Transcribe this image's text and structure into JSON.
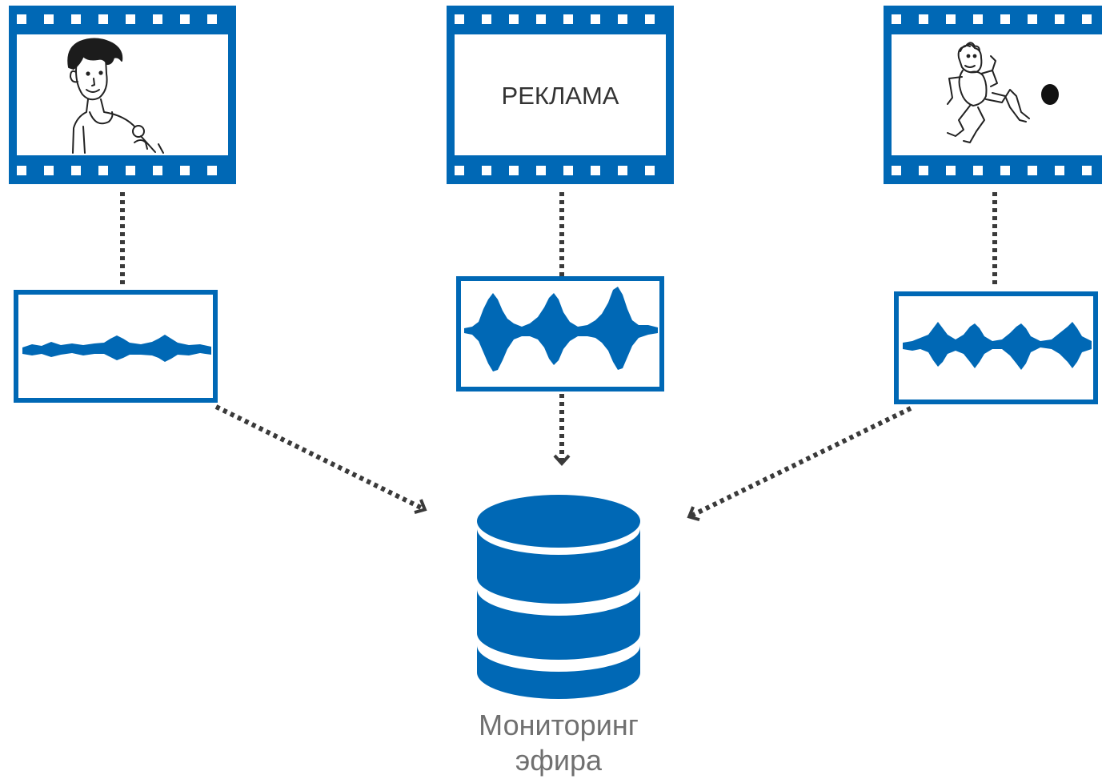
{
  "diagram": {
    "frames": [
      {
        "id": "frame-interview",
        "content": "person-with-microphone-icon",
        "label": ""
      },
      {
        "id": "frame-ad",
        "content": "text",
        "label": "РЕКЛАМА"
      },
      {
        "id": "frame-cartoon",
        "content": "running-figure-with-ball-icon",
        "label": ""
      }
    ],
    "waveforms": [
      {
        "id": "waveform-interview",
        "pattern": "low-amplitude-speech"
      },
      {
        "id": "waveform-ad",
        "pattern": "high-amplitude-music"
      },
      {
        "id": "waveform-cartoon",
        "pattern": "medium-amplitude-periodic"
      }
    ],
    "database": {
      "icon": "database-icon",
      "caption_line1": "Мониторинг",
      "caption_line2": "эфира"
    },
    "colors": {
      "accent": "#0068B5",
      "connector": "#3a3a3a",
      "caption": "#707070"
    }
  }
}
